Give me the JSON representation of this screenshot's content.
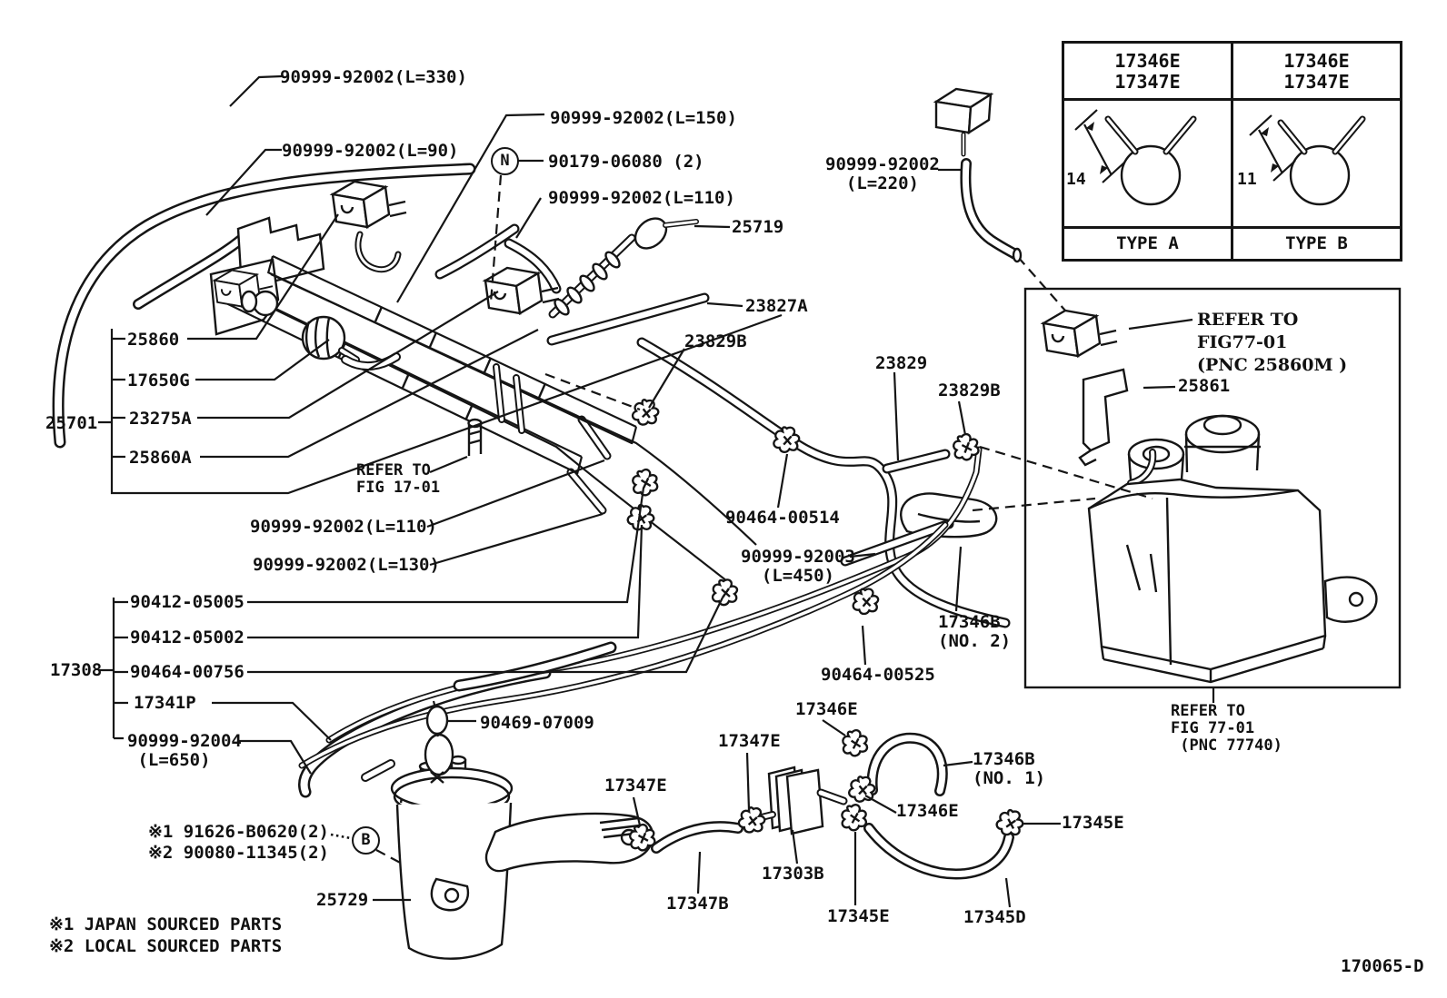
{
  "diagram": {
    "figure_number": "170065-D",
    "notes": {
      "star1_part": "※1 91626-B0620(2)",
      "star2_part": "※2 90080-11345(2)",
      "note1": "※1 JAPAN SOURCED PARTS",
      "note2": "※2 LOCAL SOURCED PARTS"
    },
    "callouts": {
      "n": "N",
      "b": "B"
    }
  },
  "labels": {
    "h330": "90999-92002(L=330)",
    "h90": "90999-92002(L=90)",
    "h150": "90999-92002(L=150)",
    "n90179": "90179-06080 (2)",
    "h110a": "90999-92002(L=110)",
    "p25719": "25719",
    "p23827a": "23827A",
    "p23829b_m": "23829B",
    "p25860": "25860",
    "p17650g": "17650G",
    "p23275a": "23275A",
    "p25701": "25701",
    "p25860a": "25860A",
    "ref17": "REFER TO\nFIG 17-01",
    "h110b": "90999-92002(L=110)",
    "h130": "90999-92002(L=130)",
    "p90412_05005": "90412-05005",
    "p90412_05002": "90412-05002",
    "p90464_00756": "90464-00756",
    "p17308": "17308",
    "p17341p": "17341P",
    "h650": "90999-92004\n (L=650)",
    "p25729": "25729",
    "p90469": "90469-07009",
    "h220": "90999-92002\n  (L=220)",
    "p23829": "23829",
    "p23829b_r": "23829B",
    "p90464_00514": "90464-00514",
    "h450": "90999-92003\n  (L=450)",
    "p17346b_2": "17346B\n(NO. 2)",
    "p90464_00525": "90464-00525",
    "p17346e_a": "17346E",
    "p17347e_a": "17347E",
    "p17347e_b": "17347E",
    "p17346b_1": "17346B\n(NO. 1)",
    "p17346e_b": "17346E",
    "p17303b": "17303B",
    "p17347b": "17347B",
    "p17345e_a": "17345E",
    "p17345d": "17345D",
    "p17345e_b": "17345E",
    "ref25860m": "REFER TO\nFIG77-01\n(PNC 25860M )",
    "p25861": "25861",
    "ref77740": "REFER TO\nFIG 77-01\n (PNC 77740)"
  },
  "table": {
    "col_a": {
      "header": "17346E\n17347E",
      "dim": "14",
      "caption": "TYPE A"
    },
    "col_b": {
      "header": "17346E\n17347E",
      "dim": "11",
      "caption": "TYPE B"
    }
  }
}
